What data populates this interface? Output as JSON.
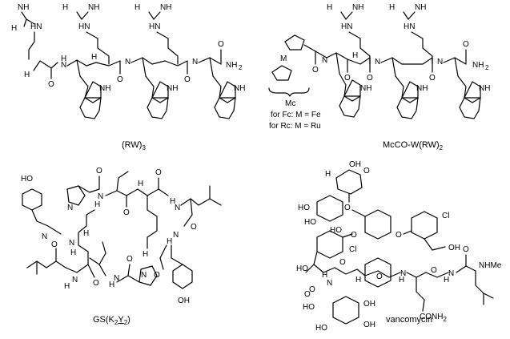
{
  "captions": {
    "rw3": "(RW)",
    "rw3_sub": "3",
    "mcco": "McCO-W(RW)",
    "mcco_sub": "2",
    "gs_prefix": "GS(K",
    "gs_sub1": "2",
    "gs_mid": "Y",
    "gs_sub2": "2",
    "gs_suffix": ")",
    "vanco": "vancomycin"
  },
  "metallocene": {
    "metal_label": "M",
    "brace_label": "Mc",
    "fc_line": "for Fc: M = Fe",
    "rc_line": "for Rc: M = Ru"
  },
  "atom_labels": {
    "nh": "NH",
    "hn": "HN",
    "nh2": "NH",
    "h2n": "H",
    "h2n_n": "N",
    "n": "N",
    "h": "H",
    "o": "O",
    "oh": "OH",
    "ho": "HO",
    "cl": "Cl",
    "nhme": "NHMe",
    "conh2": "CONH",
    "two": "2"
  }
}
